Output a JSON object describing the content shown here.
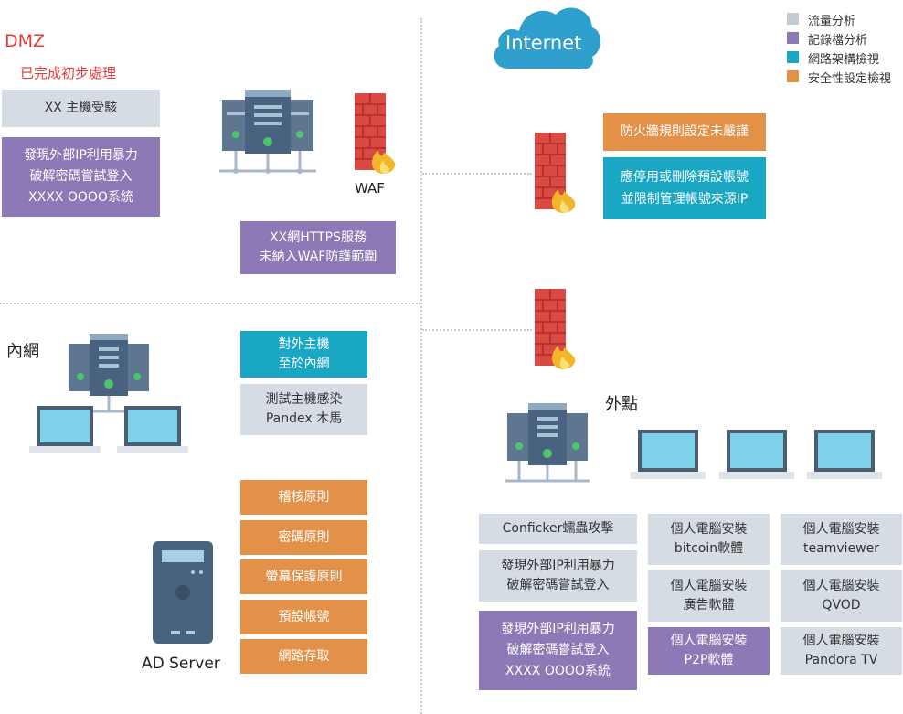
{
  "legend": [
    {
      "label": "流量分析",
      "color": "#c3cbd6"
    },
    {
      "label": "記錄檔分析",
      "color": "#8c79b6"
    },
    {
      "label": "網路架構檢視",
      "color": "#1aa7c4"
    },
    {
      "label": "安全性設定檢視",
      "color": "#e39048"
    }
  ],
  "dmz": {
    "title": "DMZ",
    "subtitle": "已完成初步處理",
    "box_host": "XX 主機受駭",
    "box_brute": "發現外部IP利用暴力\n破解密碼嘗試登入\nXXXX OOOO系統",
    "waf_label": "WAF",
    "box_https": "XX網HTTPS服務\n未納入WAF防護範圍"
  },
  "internet": {
    "cloud_label": "Internet",
    "box_fw_rules": "防火牆規則設定未嚴謹",
    "box_default_acct": "應停用或刪除預設帳號\n並限制管理帳號來源IP"
  },
  "intranet": {
    "title": "內網",
    "box_host_to_intranet": "對外主機\n至於內網",
    "box_pandex": "測試主機感染\nPandex 木馬",
    "policies": [
      "稽核原則",
      "密碼原則",
      "螢幕保護原則",
      "預設帳號",
      "網路存取"
    ],
    "ad_label": "AD Server"
  },
  "outpost": {
    "title": "外點",
    "box_conficker": "Conficker蠕蟲攻擊",
    "box_brute2": "發現外部IP利用暴力\n破解密碼嘗試登入",
    "box_brute3": "發現外部IP利用暴力\n破解密碼嘗試登入\nXXXX OOOO系統",
    "box_bitcoin": "個人電腦安裝\nbitcoin軟體",
    "box_ad_sw": "個人電腦安裝\n廣告軟體",
    "box_p2p": "個人電腦安裝\nP2P軟體",
    "box_teamviewer": "個人電腦安裝\nteamviewer",
    "box_qvod": "個人電腦安裝\nQVOD",
    "box_pandora": "個人電腦安裝\nPandora TV"
  }
}
